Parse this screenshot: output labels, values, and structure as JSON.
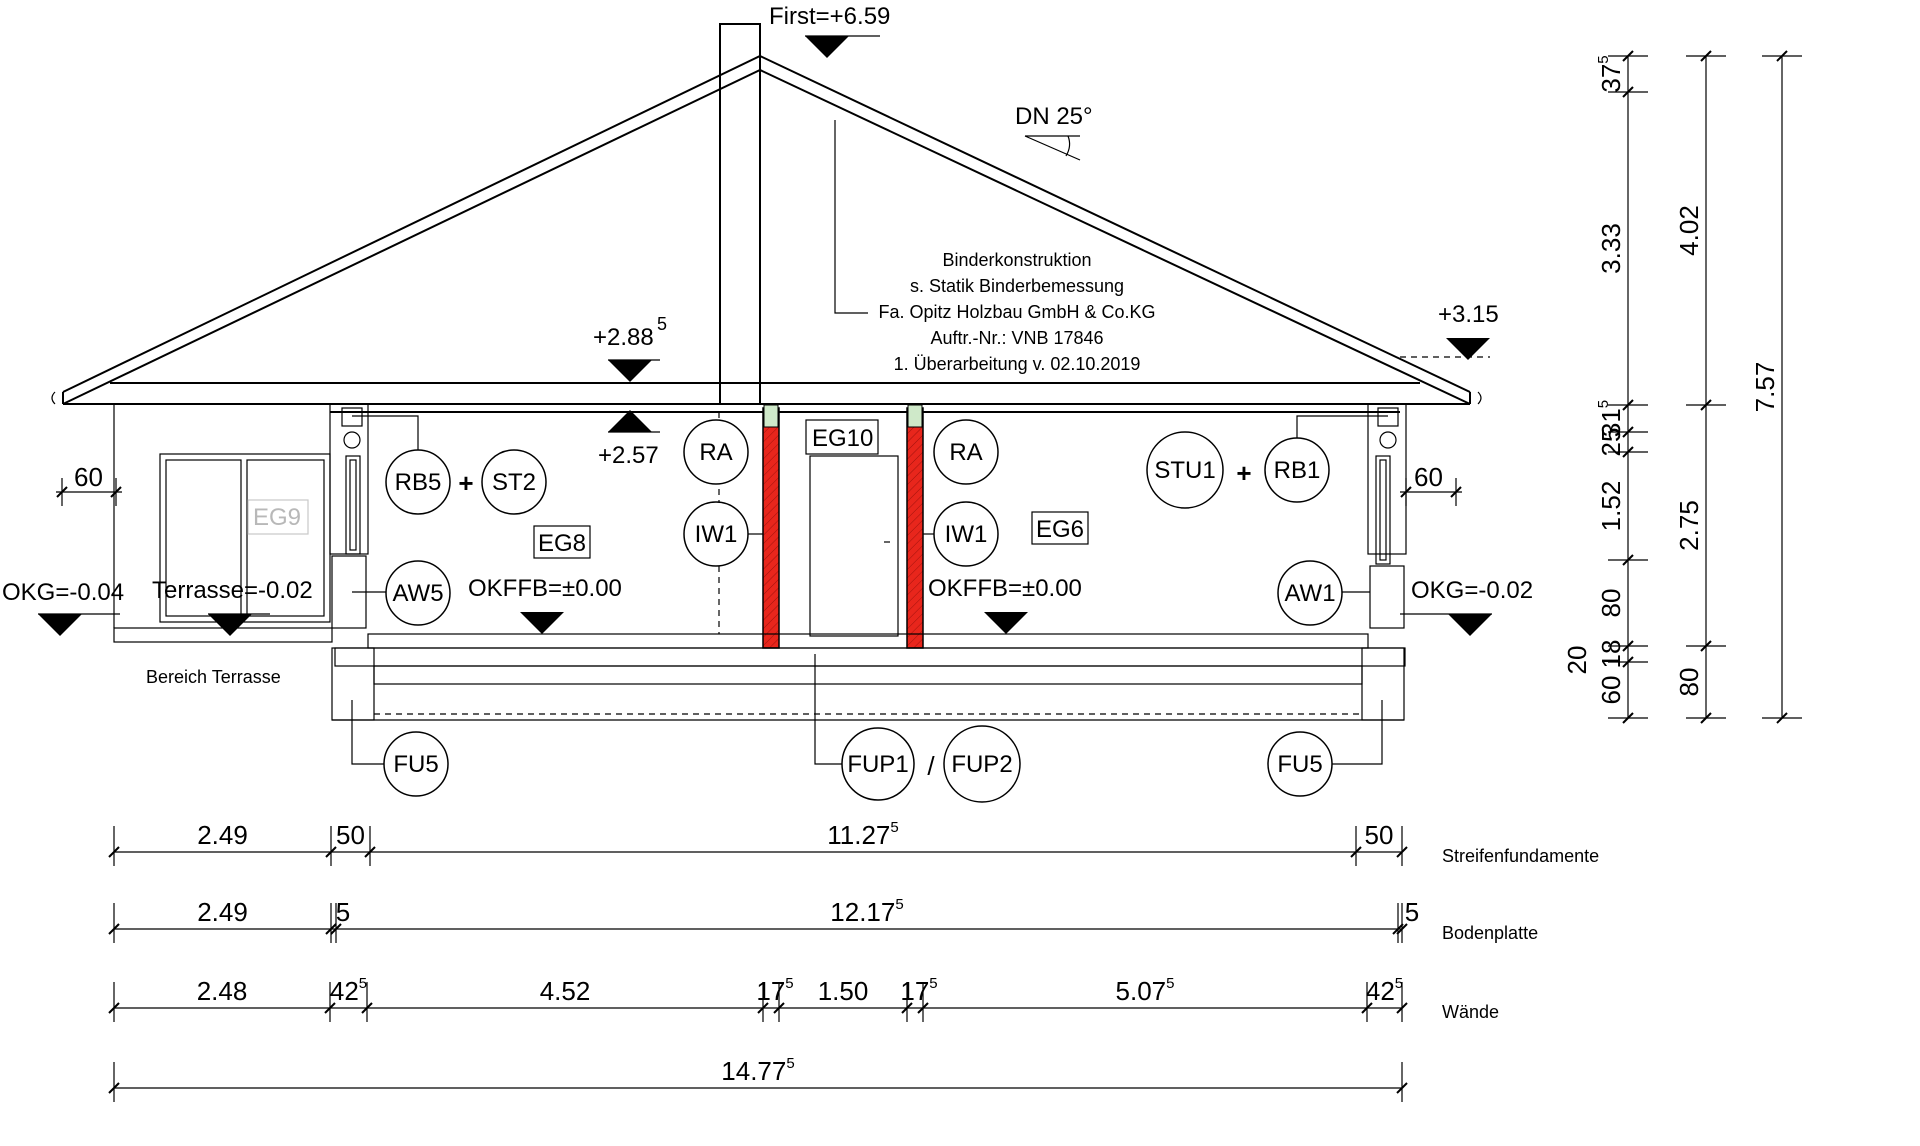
{
  "levels": {
    "first": "First=+6.59",
    "plus288": "+2.88",
    "plus288_sup": "5",
    "plus257": "+2.57",
    "plus315": "+3.15",
    "okg_left": "OKG=-0.04",
    "terrasse": "Terrasse=-0.02",
    "okffb_left": "OKFFB=±0.00",
    "okffb_right": "OKFFB=±0.00",
    "okg_right": "OKG=-0.02"
  },
  "roof": {
    "pitch": "DN 25°"
  },
  "note": {
    "line1": "Binderkonstruktion",
    "line2": "s. Statik Binderbemessung",
    "line3": "Fa. Opitz Holzbau GmbH & Co.KG",
    "line4": "Auftr.-Nr.: VNB 17846",
    "line5": "1. Überarbeitung v. 02.10.2019"
  },
  "rooms": {
    "eg8": "EG8",
    "eg6": "EG6",
    "eg10": "EG10",
    "eg9": "EG9"
  },
  "tags": {
    "rb5": "RB5",
    "st2": "ST2",
    "plus_left": "+",
    "aw5": "AW5",
    "ra_left": "RA",
    "iw1_left": "IW1",
    "ra_right": "RA",
    "iw1_right": "IW1",
    "stu1": "STU1",
    "plus_right": "+",
    "rb1": "RB1",
    "aw1": "AW1",
    "fu5_left": "FU5",
    "fup1": "FUP1",
    "slash": "/",
    "fup2": "FUP2",
    "fu5_right": "FU5"
  },
  "local_dims": {
    "left_60": "60",
    "right_60": "60"
  },
  "terrace_label": "Bereich Terrasse",
  "dimension_rows": [
    {
      "label": "Streifenfundamente",
      "segments": [
        {
          "value": "2.49",
          "sup": ""
        },
        {
          "value": "50",
          "sup": ""
        },
        {
          "value": "11.27",
          "sup": "5"
        },
        {
          "value": "50",
          "sup": ""
        }
      ]
    },
    {
      "label": "Bodenplatte",
      "segments": [
        {
          "value": "2.49",
          "sup": ""
        },
        {
          "value": "5",
          "sup": ""
        },
        {
          "value": "12.17",
          "sup": "5"
        },
        {
          "value": "5",
          "sup": ""
        }
      ]
    },
    {
      "label": "Wände",
      "segments": [
        {
          "value": "2.48",
          "sup": ""
        },
        {
          "value": "42",
          "sup": "5"
        },
        {
          "value": "4.52",
          "sup": ""
        },
        {
          "value": "17",
          "sup": "5"
        },
        {
          "value": "1.50",
          "sup": ""
        },
        {
          "value": "17",
          "sup": "5"
        },
        {
          "value": "5.07",
          "sup": "5"
        },
        {
          "value": "42",
          "sup": "5"
        }
      ]
    },
    {
      "label": "",
      "segments": [
        {
          "value": "14.77",
          "sup": "5"
        }
      ]
    }
  ],
  "vertical_dims": {
    "col1": [
      {
        "value": "37",
        "sup": "5"
      },
      {
        "value": "3.33",
        "sup": ""
      },
      {
        "value": "31",
        "sup": "5"
      },
      {
        "value": "25",
        "sup": ""
      },
      {
        "value": "1.52",
        "sup": ""
      },
      {
        "value": "80",
        "sup": ""
      },
      {
        "value": "18",
        "sup": ""
      },
      {
        "value": "60",
        "sup": ""
      }
    ],
    "col1_aside": "20",
    "col2": [
      {
        "value": "4.02",
        "sup": ""
      },
      {
        "value": "2.75",
        "sup": ""
      },
      {
        "value": "80",
        "sup": ""
      }
    ],
    "col3": [
      {
        "value": "7.57",
        "sup": ""
      }
    ]
  }
}
